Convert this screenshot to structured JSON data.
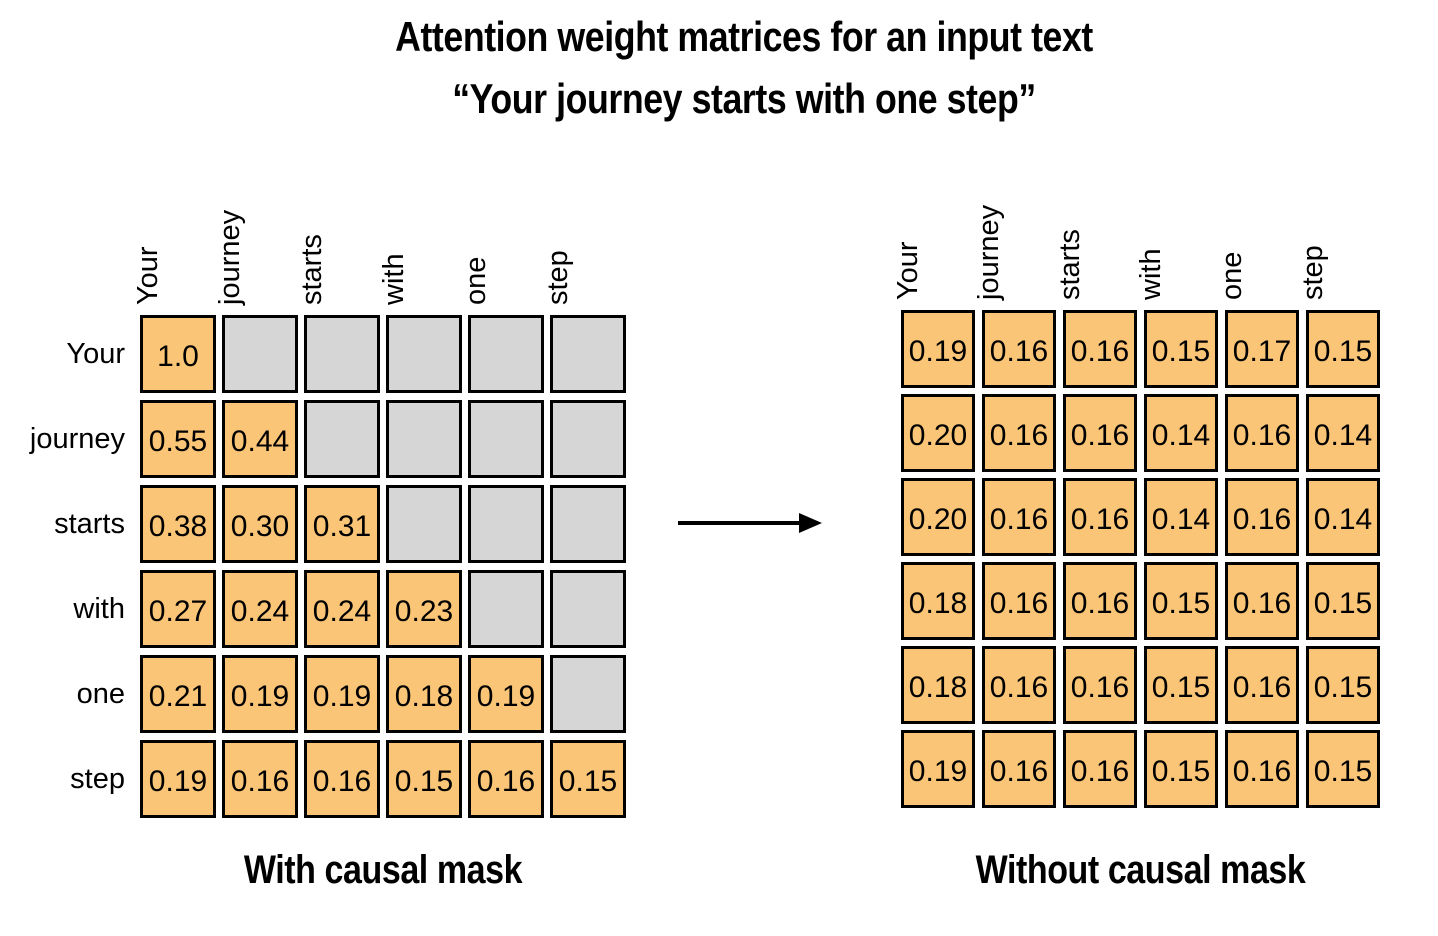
{
  "title": {
    "line1": "Attention weight matrices for an input text",
    "line2": "“Your journey starts with one step”"
  },
  "tokens": [
    "Your",
    "journey",
    "starts",
    "with",
    "one",
    "step"
  ],
  "icons": {
    "transformation_arrow": "→"
  },
  "colors": {
    "cell_active": "#FAC576",
    "cell_masked": "#D6D6D6",
    "border": "#000000",
    "bg": "#FFFFFF",
    "text": "#000000"
  },
  "chart_data": [
    {
      "type": "heatmap",
      "title": "With causal mask",
      "col_labels": [
        "Your",
        "journey",
        "starts",
        "with",
        "one",
        "step"
      ],
      "row_labels": [
        "Your",
        "journey",
        "starts",
        "with",
        "one",
        "step"
      ],
      "masked_region": "upper triangle (cells above diagonal are grayed out)",
      "rows": [
        [
          "1.0",
          null,
          null,
          null,
          null,
          null
        ],
        [
          "0.55",
          "0.44",
          null,
          null,
          null,
          null
        ],
        [
          "0.38",
          "0.30",
          "0.31",
          null,
          null,
          null
        ],
        [
          "0.27",
          "0.24",
          "0.24",
          "0.23",
          null,
          null
        ],
        [
          "0.21",
          "0.19",
          "0.19",
          "0.18",
          "0.19",
          null
        ],
        [
          "0.19",
          "0.16",
          "0.16",
          "0.15",
          "0.16",
          "0.15"
        ]
      ]
    },
    {
      "type": "heatmap",
      "title": "Without causal mask",
      "col_labels": [
        "Your",
        "journey",
        "starts",
        "with",
        "one",
        "step"
      ],
      "row_labels": [],
      "masked_region": null,
      "rows": [
        [
          "0.19",
          "0.16",
          "0.16",
          "0.15",
          "0.17",
          "0.15"
        ],
        [
          "0.20",
          "0.16",
          "0.16",
          "0.14",
          "0.16",
          "0.14"
        ],
        [
          "0.20",
          "0.16",
          "0.16",
          "0.14",
          "0.16",
          "0.14"
        ],
        [
          "0.18",
          "0.16",
          "0.16",
          "0.15",
          "0.16",
          "0.15"
        ],
        [
          "0.18",
          "0.16",
          "0.16",
          "0.15",
          "0.16",
          "0.15"
        ],
        [
          "0.19",
          "0.16",
          "0.16",
          "0.15",
          "0.16",
          "0.15"
        ]
      ]
    }
  ]
}
